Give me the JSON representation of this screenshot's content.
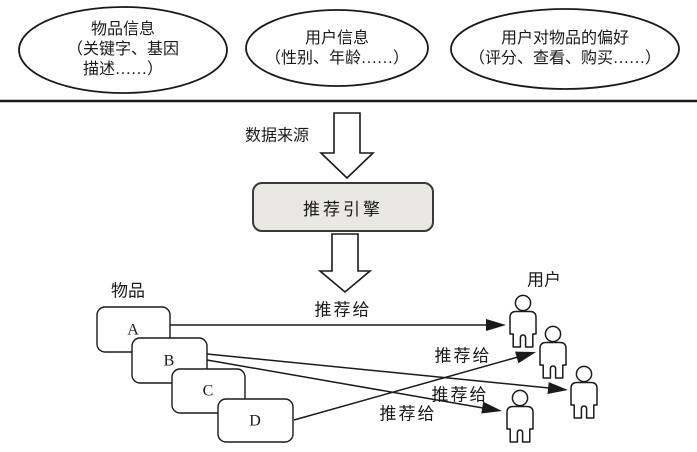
{
  "sources": {
    "item_info": {
      "line1": "物品信息",
      "line2": "（关键字、基因",
      "line3": "描述……）"
    },
    "user_info": {
      "line1": "用户信息",
      "line2": "（性别、年龄……）"
    },
    "preference_info": {
      "line1": "用户对物品的偏好",
      "line2": "（评分、查看、购买……）"
    }
  },
  "flow": {
    "data_source_label": "数据来源",
    "engine_label": "推荐引擎"
  },
  "bottom": {
    "items_label": "物品",
    "users_label": "用户",
    "item_cards": [
      "A",
      "B",
      "C",
      "D"
    ],
    "recommend_labels": [
      "推荐给",
      "推荐给",
      "推荐给",
      "推荐给"
    ]
  },
  "colors": {
    "background": "#ffffff",
    "line": "#1a1a1a",
    "engine_fill": "#e9e8e3"
  }
}
